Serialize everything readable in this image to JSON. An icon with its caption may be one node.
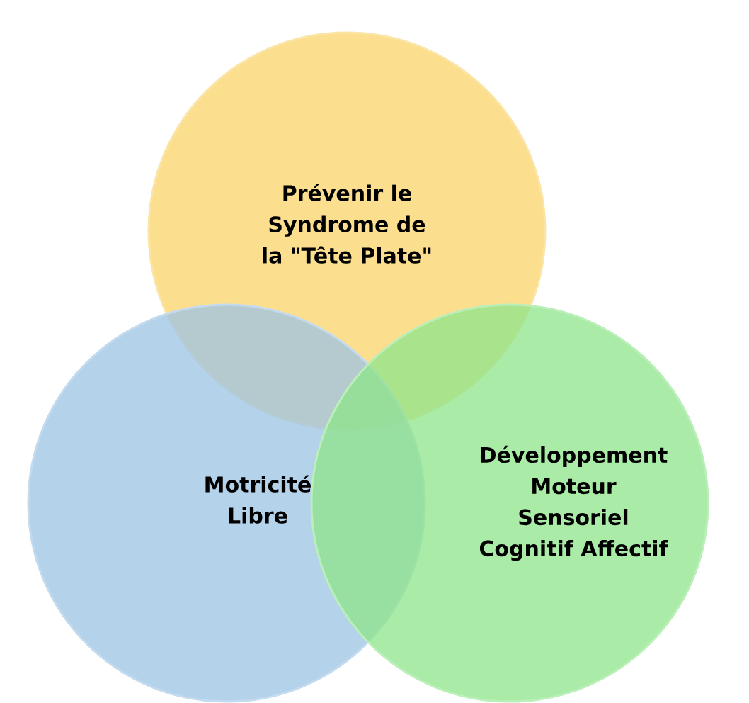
{
  "diagram": {
    "nodes": [
      {
        "text": [
          "Prévenir le Syndrome de la \"Tête Plate\""
        ]
      },
      {
        "text": [
          "Motricité Libre"
        ]
      },
      {
        "text": [
          "Développement Moteur Sensoriel Cognitif Affectif"
        ]
      }
    ]
  }
}
